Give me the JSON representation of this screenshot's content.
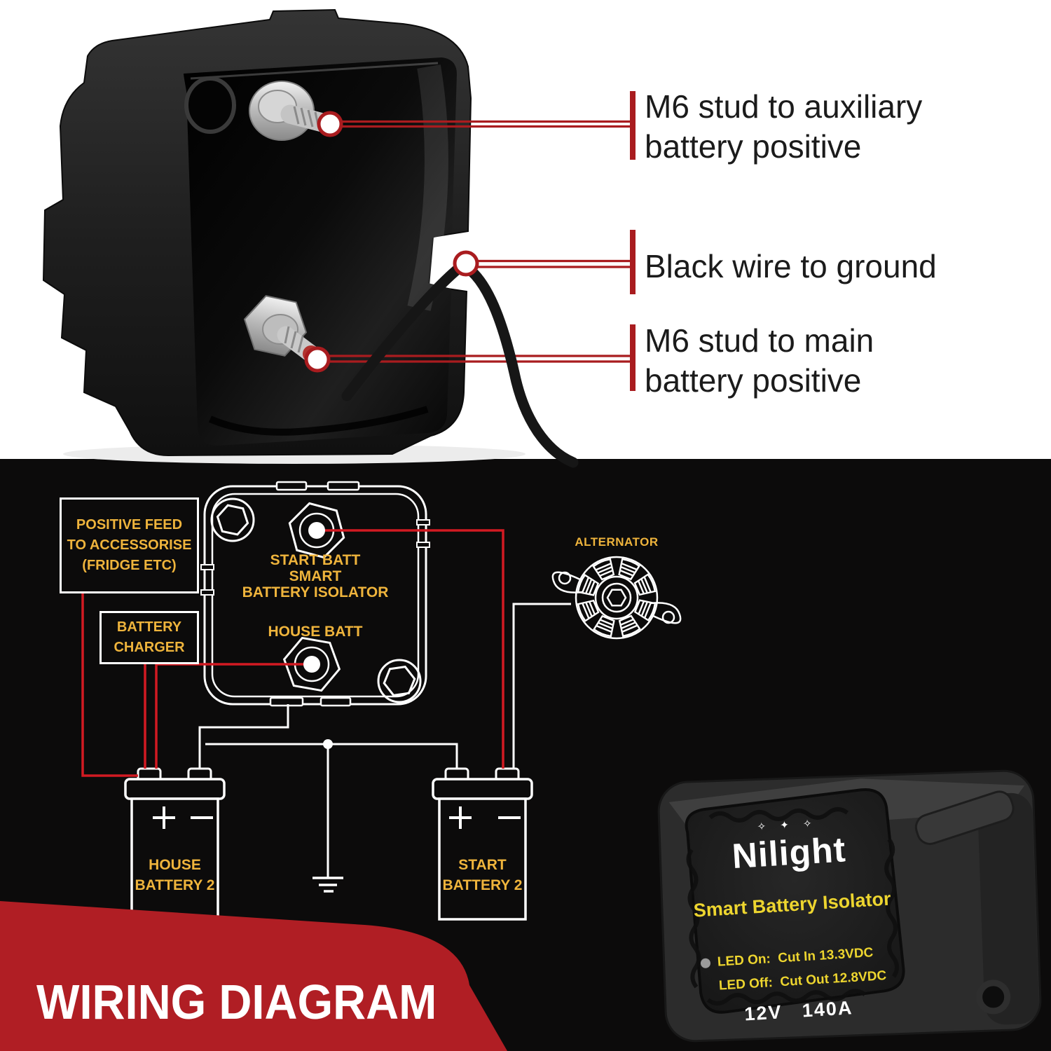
{
  "callouts": [
    {
      "lines": [
        "M6 stud to auxiliary",
        "battery positive"
      ]
    },
    {
      "lines": [
        "Black wire to ground"
      ]
    },
    {
      "lines": [
        "M6 stud to main",
        "battery positive"
      ]
    }
  ],
  "wiring": {
    "positive_feed": {
      "lines": [
        "POSITIVE FEED",
        "TO ACCESSORISE",
        "(FRIDGE ETC)"
      ]
    },
    "battery_charger": {
      "lines": [
        "BATTERY",
        "CHARGER"
      ]
    },
    "isolator": {
      "lines": [
        "START BATT",
        "SMART",
        "BATTERY ISOLATOR"
      ],
      "house_terminal": "HOUSE BATT"
    },
    "alternator_label": "ALTERNATOR",
    "house_battery": {
      "lines": [
        "HOUSE",
        "BATTERY 2"
      ]
    },
    "start_battery": {
      "lines": [
        "START",
        "BATTERY 2"
      ]
    }
  },
  "product_label": {
    "sparkles": "✧ ✦ ✧",
    "brand": "Nilight",
    "title": "Smart Battery Isolator",
    "led_on": "LED On:  Cut In 13.3VDC",
    "led_off": "LED Off:  Cut Out 12.8VDC",
    "rating": "12V   140A"
  },
  "banner": {
    "title": "WIRING DIAGRAM"
  },
  "colors": {
    "callout_red": "#A91C1F",
    "wire_red": "#D21A22",
    "banner_red": "#B01E24",
    "label_gold": "#EFB43C",
    "product_yellow": "#EDD52F",
    "section_black": "#0C0B0B"
  }
}
